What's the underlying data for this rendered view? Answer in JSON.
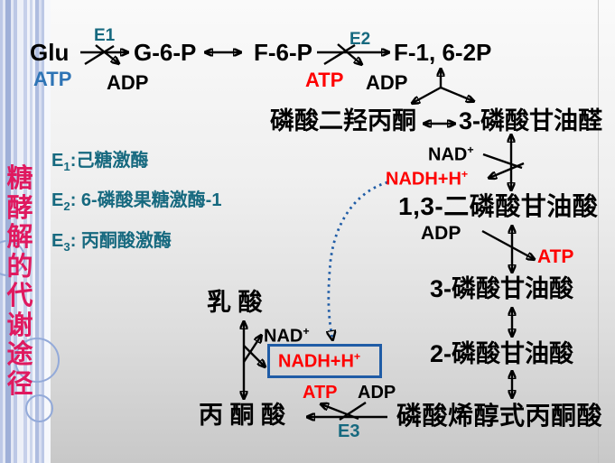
{
  "title": {
    "text": "糖酵解的代谢途径"
  },
  "legend": {
    "items": [
      {
        "e": "E",
        "sub": "1",
        "rest": ":己糖激酶"
      },
      {
        "e": "E",
        "sub": "2",
        "rest": ": 6-磷酸果糖激酶-1"
      },
      {
        "e": "E",
        "sub": "3",
        "rest": ": 丙酮酸激酶"
      }
    ]
  },
  "enzymes": {
    "e1": "E1",
    "e2": "E2",
    "e3": "E3"
  },
  "cofactors": {
    "atp": "ATP",
    "adp": "ADP",
    "nad_base": "NAD",
    "nad_sup": "+",
    "nadh_base": "NADH+H",
    "nadh_sup": "+"
  },
  "molecules": {
    "glucose": "Glu",
    "g6p": "G-6-P",
    "f6p": "F-6-P",
    "f162p": "F-1, 6-2P",
    "dhap": "磷酸二羟丙酮",
    "gap": "3-磷酸甘油醛",
    "bpg13": "1,3-二磷酸甘油酸",
    "pg3": "3-磷酸甘油酸",
    "pg2": "2-磷酸甘油酸",
    "pep": "磷酸烯醇式丙酮酸",
    "pyruvate": "丙 酮 酸",
    "lactate": "乳 酸"
  },
  "colors": {
    "title_red": "#e0195f",
    "enzyme_teal": "#16697f",
    "atp_blue": "#2e74b5",
    "highlight_red": "#fe0000",
    "box_border_blue": "#1f5ca6",
    "dotted_arrow_blue": "#1f5ca6",
    "arrow_black": "#000000"
  }
}
